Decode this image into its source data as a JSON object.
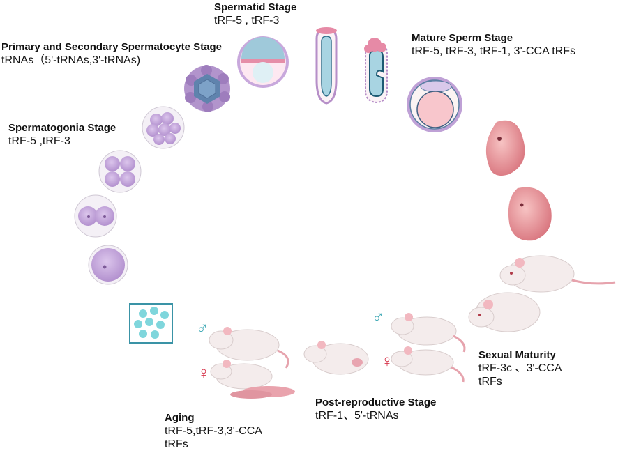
{
  "stages": {
    "spermatid": {
      "title": "Spermatid Stage",
      "lines": [
        "tRF-5 , tRF-3"
      ]
    },
    "spermatocyte": {
      "title": "Primary and Secondary Spermatocyte Stage",
      "lines": [
        "tRNAs（5'-tRNAs,3'-tRNAs)"
      ]
    },
    "mature_sperm": {
      "title": "Mature Sperm Stage",
      "lines": [
        "tRF-5, tRF-3,  tRF-1, 3'-CCA tRFs"
      ]
    },
    "spermatogonia": {
      "title": "Spermatogonia Stage",
      "lines": [
        "tRF-5 ,tRF-3"
      ]
    },
    "sexual_maturity": {
      "title": "Sexual Maturity",
      "lines": [
        "tRF-3c 、3'-CCA",
        "tRFs"
      ]
    },
    "post_reproductive": {
      "title": "Post-reproductive Stage",
      "lines": [
        "tRF-1、5'-tRNAs"
      ]
    },
    "aging": {
      "title": "Aging",
      "lines": [
        "tRF-5,tRF-3,3'-CCA",
        "tRFs"
      ]
    }
  },
  "symbols": {
    "male": "♂",
    "female": "♀"
  },
  "colors": {
    "male_symbol": "#3aa7b4",
    "female_symbol": "#d6334a",
    "cell_purple": "#c4a4d9",
    "embryo_pink": "#e58f98",
    "mouse_white": "#f4ecec"
  }
}
